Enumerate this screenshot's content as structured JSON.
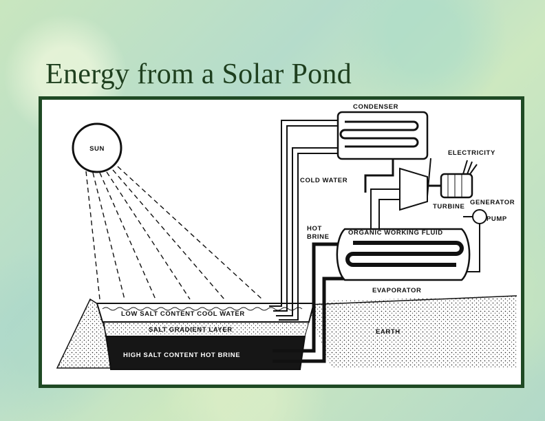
{
  "slide": {
    "title": "Energy from a Solar Pond"
  },
  "diagram": {
    "labels": {
      "sun": "SUN",
      "condenser": "CONDENSER",
      "electricity": "ELECTRICITY",
      "cold_water": "COLD WATER",
      "generator": "GENERATOR",
      "turbine": "TURBINE",
      "pump": "PUMP",
      "hot_brine_1": "HOT",
      "hot_brine_2": "BRINE",
      "organic_working_fluid": "ORGANIC WORKING FLUID",
      "evaporator": "EVAPORATOR",
      "low_salt_layer": "LOW SALT CONTENT COOL WATER",
      "salt_gradient_layer": "SALT GRADIENT LAYER",
      "high_salt_layer": "HIGH SALT CONTENT HOT BRINE",
      "earth": "EARTH"
    }
  }
}
